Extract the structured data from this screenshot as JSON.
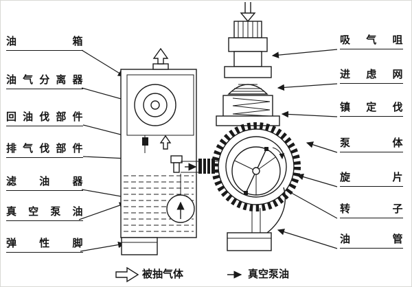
{
  "diagram": {
    "subject": "rotary-vane-vacuum-pump-cross-section"
  },
  "labels": {
    "left": [
      {
        "text": "油箱"
      },
      {
        "text": "油气分离器"
      },
      {
        "text": "回油伐部件"
      },
      {
        "text": "排气伐部件"
      },
      {
        "text": "滤油器"
      },
      {
        "text": "真空泵油"
      },
      {
        "text": "弹性脚"
      }
    ],
    "right": [
      {
        "text": "吸气咀"
      },
      {
        "text": "进虑网"
      },
      {
        "text": "镇定伐"
      },
      {
        "text": "泵体"
      },
      {
        "text": "旋片"
      },
      {
        "text": "转子"
      },
      {
        "text": "油管"
      }
    ]
  },
  "legend": {
    "gas_label": "被抽气体",
    "oil_label": "真空泵油",
    "gas_symbol": "hollow-arrow",
    "oil_symbol": "solid-arrow"
  },
  "colors": {
    "line": "#1a1a1a",
    "background": "#ffffff"
  }
}
